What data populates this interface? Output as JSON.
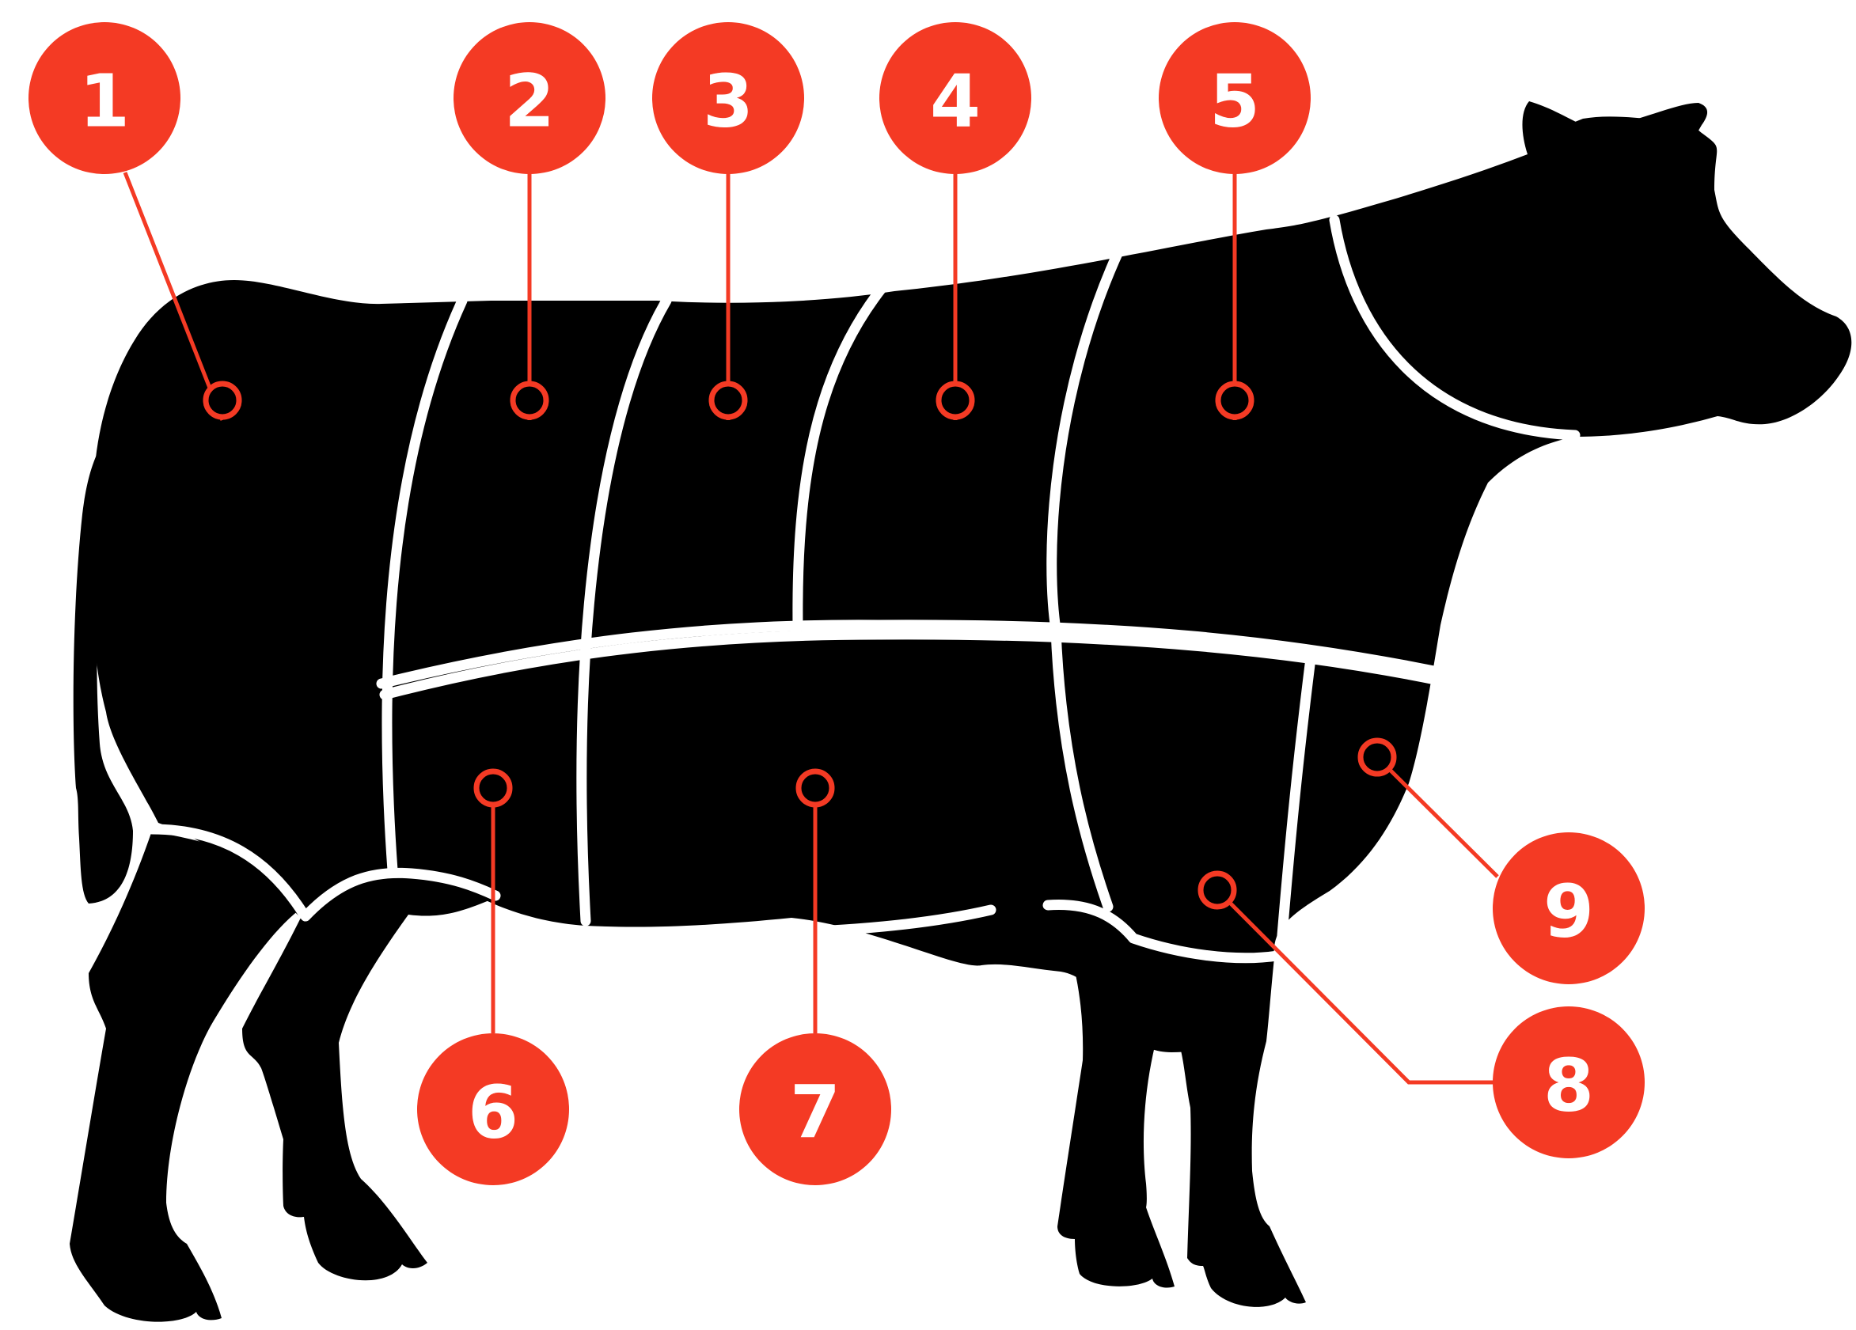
{
  "colors": {
    "silhouette": "#000000",
    "cut_lines": "#ffffff",
    "accent": "#f43a24",
    "badge_text": "#ffffff",
    "background": "#ffffff"
  },
  "cuts": [
    {
      "id": "1",
      "label": "1"
    },
    {
      "id": "2",
      "label": "2"
    },
    {
      "id": "3",
      "label": "3"
    },
    {
      "id": "4",
      "label": "4"
    },
    {
      "id": "5",
      "label": "5"
    },
    {
      "id": "6",
      "label": "6"
    },
    {
      "id": "7",
      "label": "7"
    },
    {
      "id": "8",
      "label": "8"
    },
    {
      "id": "9",
      "label": "9"
    }
  ]
}
